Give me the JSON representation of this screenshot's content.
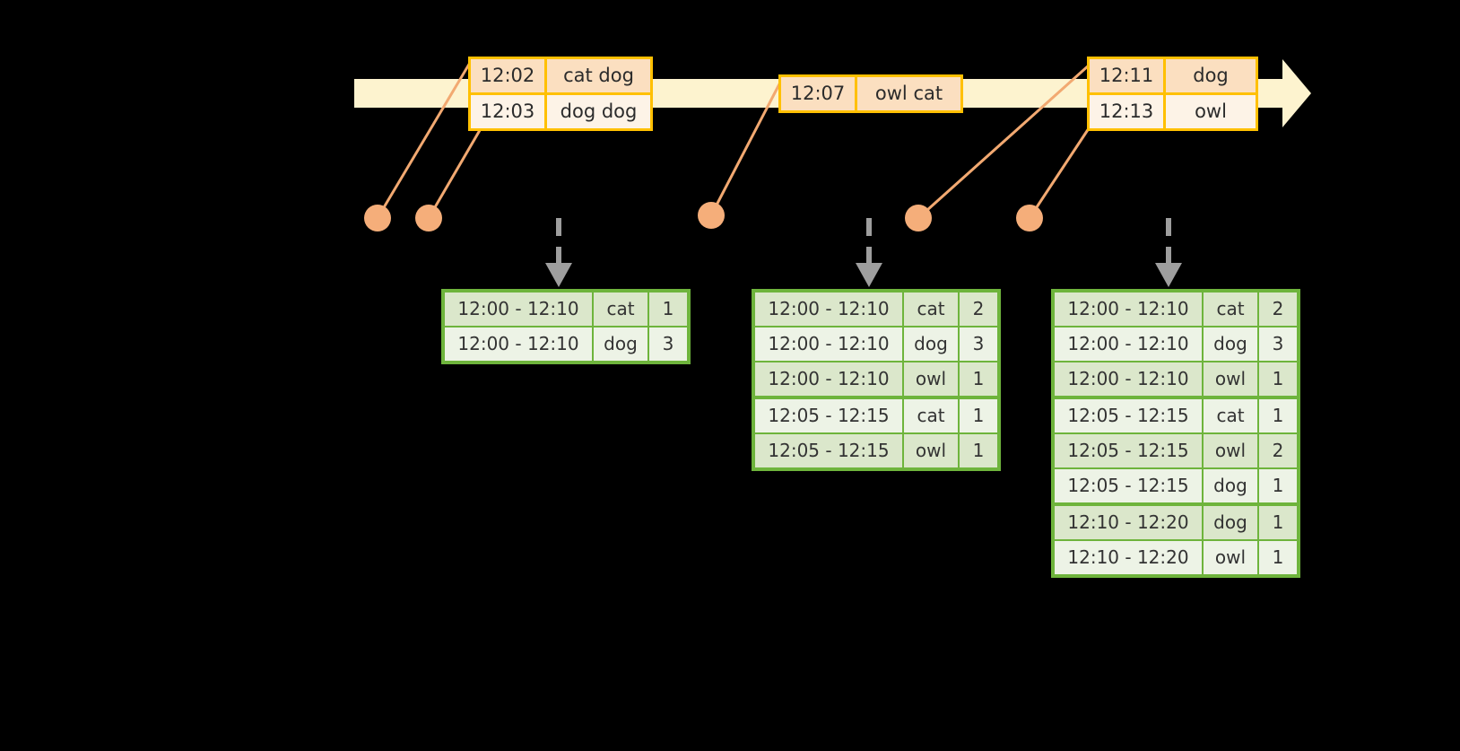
{
  "diagram": {
    "title": "sliding-window-aggregation",
    "colors": {
      "background": "#000000",
      "timeline_bar": "#FDF3CF",
      "event_border": "#FFC000",
      "event_fill_dark": "#FBDFC0",
      "event_fill_light": "#FDF3E7",
      "connector": "#F2A971",
      "dot": "#F5AE7A",
      "arrow_dashed": "#9E9E9E",
      "table_border": "#6EB43C",
      "table_fill_shade": "#DBE7CB",
      "table_fill_plain": "#EDF3E6",
      "text": "#333333"
    }
  },
  "timeline": {
    "name": "event-stream-timeline",
    "events": [
      {
        "group": "group-1",
        "rows": [
          {
            "time": "12:02",
            "words": "cat dog"
          },
          {
            "time": "12:03",
            "words": "dog dog"
          }
        ]
      },
      {
        "group": "group-2",
        "rows": [
          {
            "time": "12:07",
            "words": "owl cat"
          }
        ]
      },
      {
        "group": "group-3",
        "rows": [
          {
            "time": "12:11",
            "words": "dog"
          },
          {
            "time": "12:13",
            "words": "owl"
          }
        ]
      }
    ]
  },
  "results": [
    {
      "name": "result-table-1",
      "rows": [
        {
          "window": "12:00 - 12:10",
          "key": "cat",
          "count": "1"
        },
        {
          "window": "12:00 - 12:10",
          "key": "dog",
          "count": "3"
        }
      ]
    },
    {
      "name": "result-table-2",
      "rows": [
        {
          "window": "12:00 - 12:10",
          "key": "cat",
          "count": "2"
        },
        {
          "window": "12:00 - 12:10",
          "key": "dog",
          "count": "3"
        },
        {
          "window": "12:00 - 12:10",
          "key": "owl",
          "count": "1"
        },
        {
          "window": "12:05 - 12:15",
          "key": "cat",
          "count": "1"
        },
        {
          "window": "12:05 - 12:15",
          "key": "owl",
          "count": "1"
        }
      ]
    },
    {
      "name": "result-table-3",
      "rows": [
        {
          "window": "12:00 - 12:10",
          "key": "cat",
          "count": "2"
        },
        {
          "window": "12:00 - 12:10",
          "key": "dog",
          "count": "3"
        },
        {
          "window": "12:00 - 12:10",
          "key": "owl",
          "count": "1"
        },
        {
          "window": "12:05 - 12:15",
          "key": "cat",
          "count": "1"
        },
        {
          "window": "12:05 - 12:15",
          "key": "owl",
          "count": "2"
        },
        {
          "window": "12:05 - 12:15",
          "key": "dog",
          "count": "1"
        },
        {
          "window": "12:10 - 12:20",
          "key": "dog",
          "count": "1"
        },
        {
          "window": "12:10 - 12:20",
          "key": "owl",
          "count": "1"
        }
      ]
    }
  ]
}
